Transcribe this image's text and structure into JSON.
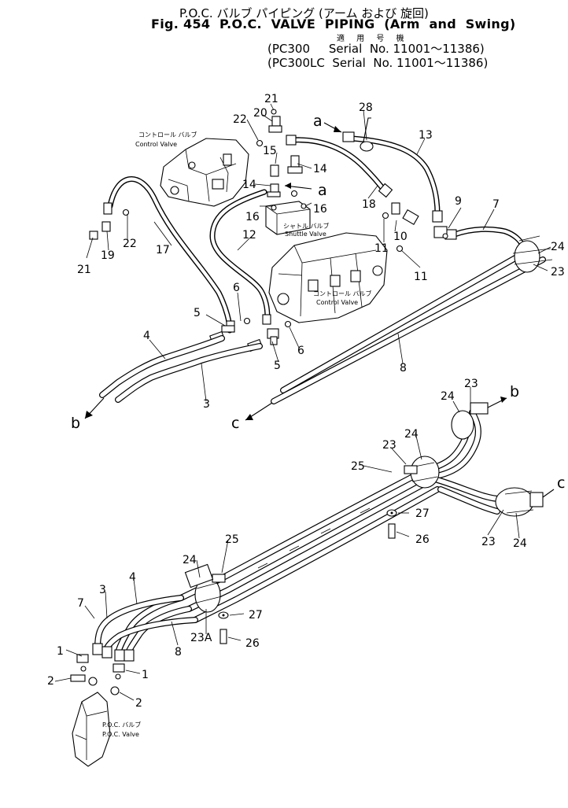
{
  "header": {
    "title_jp": "P.O.C. バルブ パイピング (アーム および 旋回)",
    "title_en": "Fig. 454  P.O.C.  VALVE  PIPING  (Arm  and  Swing)",
    "applicable_jp": "適 用 号 機",
    "serial_line_1": "(PC300     Serial  No. 11001～11386)",
    "serial_line_2": "(PC300LC  Serial  No. 11001～11386)"
  },
  "component_labels": {
    "control_valve_top_jp": "コントロール バルブ",
    "control_valve_top_en": "Control Valve",
    "shuttle_valve_jp": "シャトル バルブ",
    "shuttle_valve_en": "Shuttle Valve",
    "control_valve_main_jp": "コントロール バルブ",
    "control_valve_main_en": "Control Valve",
    "poc_valve_jp": "P.O.C. バルブ",
    "poc_valve_en": "P.O.C. Valve"
  },
  "connection_labels": {
    "a_top": "a",
    "a_mid": "a",
    "b_left": "b",
    "b_right": "b",
    "c_left": "c",
    "c_right": "c"
  },
  "callouts": {
    "p21_top": "21",
    "p20": "20",
    "p22_top": "22",
    "p28": "28",
    "p13": "13",
    "p15": "15",
    "p14_right": "14",
    "p14_left": "14",
    "p16_left": "16",
    "p16_right": "16",
    "p18": "18",
    "p9": "9",
    "p7_top": "7",
    "p11_top": "11",
    "p10": "10",
    "p21_left": "21",
    "p19": "19",
    "p22_left": "22",
    "p17": "17",
    "p12": "12",
    "p24_top": "24",
    "p23_top": "23",
    "p11_bottom": "11",
    "p6_left": "6",
    "p5_left": "5",
    "p4_top": "4",
    "p6_right": "6",
    "p5_right": "5",
    "p3_top": "3",
    "p8_top": "8",
    "p23_right": "23",
    "p24_right": "24",
    "p25_right": "25",
    "p23_mid": "23",
    "p24_mid": "24",
    "p27_right": "27",
    "p26_right": "26",
    "p23_bottom": "23",
    "p24_bottom": "24",
    "p25_left": "25",
    "p24_left": "24",
    "p3_bottom": "3",
    "p4_bottom": "4",
    "p7_bottom": "7",
    "p27_left": "27",
    "p23A": "23A",
    "p8_bottom": "8",
    "p26_left": "26",
    "p1_left": "1",
    "p1_right": "1",
    "p2_left": "2",
    "p2_right": "2"
  }
}
